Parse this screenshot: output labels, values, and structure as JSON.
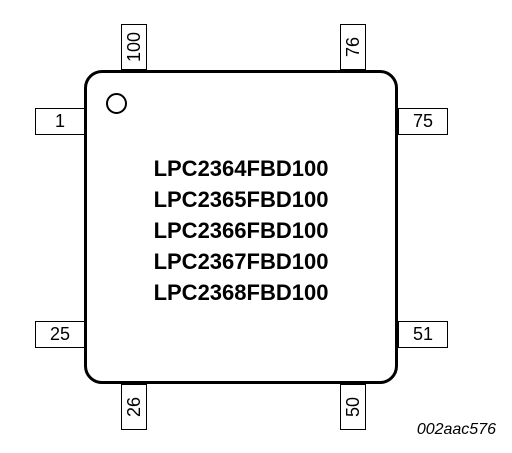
{
  "parts": [
    "LPC2364FBD100",
    "LPC2365FBD100",
    "LPC2366FBD100",
    "LPC2367FBD100",
    "LPC2368FBD100"
  ],
  "pins": {
    "top_left": "100",
    "top_right": "76",
    "left_top": "1",
    "left_bottom": "25",
    "right_top": "75",
    "right_bottom": "51",
    "bottom_left": "26",
    "bottom_right": "50"
  },
  "figure_id": "002aac576"
}
